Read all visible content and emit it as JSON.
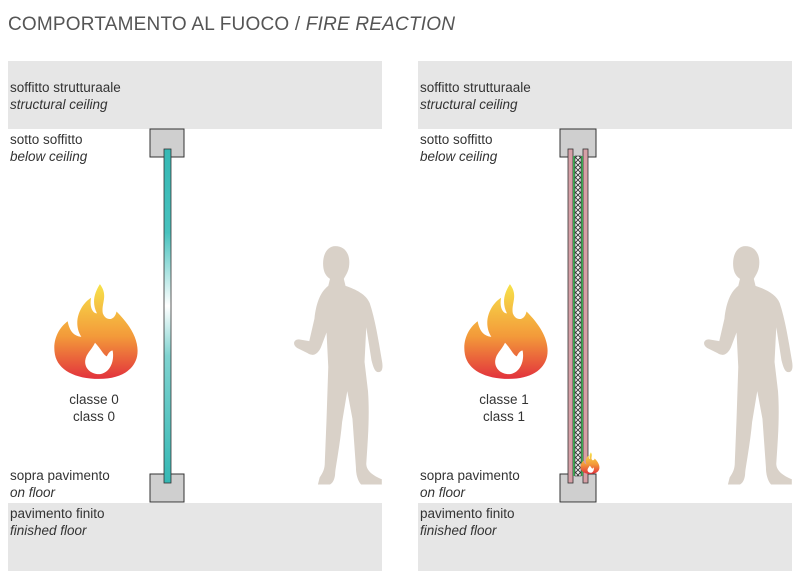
{
  "title": {
    "main": "COMPORTAMENTO AL FUOCO / ",
    "italic": "FIRE REACTION"
  },
  "panels": [
    {
      "ceiling_it": "soffitto strutturaale",
      "ceiling_en": "structural ceiling",
      "below_it": "sotto soffitto",
      "below_en": "below ceiling",
      "onfloor_it": "sopra pavimento",
      "onfloor_en": "on floor",
      "finished_it": "pavimento finito",
      "finished_en": "finished floor",
      "class_it": "classe 0",
      "class_en": "class 0"
    },
    {
      "ceiling_it": "soffitto strutturaale",
      "ceiling_en": "structural ceiling",
      "below_it": "sotto soffitto",
      "below_en": "below ceiling",
      "onfloor_it": "sopra pavimento",
      "onfloor_en": "on floor",
      "finished_it": "pavimento finito",
      "finished_en": "finished floor",
      "class_it": "classe 1",
      "class_en": "class 1"
    }
  ],
  "colors": {
    "band": "#e6e6e6",
    "glass": "#3cbcb8",
    "silhouette": "#d9d1c8",
    "flame_top": "#f7e24a",
    "flame_mid": "#f39a3a",
    "flame_bottom": "#e2323c",
    "profile": "#c8c8c8",
    "laminate_pink": "#d6a0a6",
    "laminate_green": "#3daa55"
  },
  "icons": [
    "flame-icon",
    "person-silhouette-icon",
    "small-fire-icon"
  ]
}
